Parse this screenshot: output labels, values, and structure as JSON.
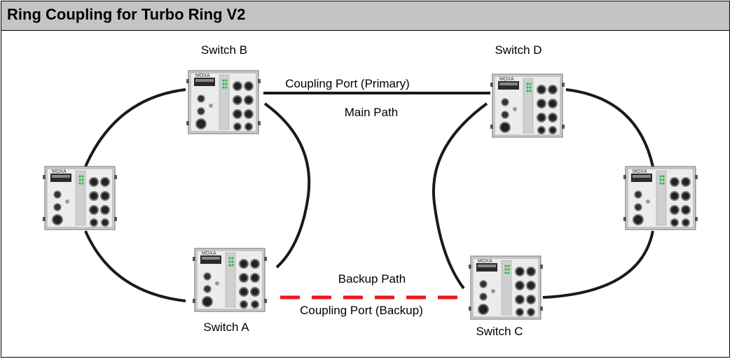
{
  "title": "Ring Coupling for Turbo Ring V2",
  "switches": {
    "a": {
      "label": "Switch A",
      "brand": "MOXA"
    },
    "b": {
      "label": "Switch B",
      "brand": "MOXA"
    },
    "c": {
      "label": "Switch C",
      "brand": "MOXA"
    },
    "d": {
      "label": "Switch D",
      "brand": "MOXA"
    },
    "left": {
      "label": "",
      "brand": "MOXA"
    },
    "right": {
      "label": "",
      "brand": "MOXA"
    }
  },
  "paths": {
    "coupling_primary": "Coupling Port (Primary)",
    "main_path": "Main Path",
    "backup_path": "Backup Path",
    "coupling_backup": "Coupling Port (Backup)"
  },
  "colors": {
    "primary_link": "#1a1a1a",
    "backup_link": "#e8191f",
    "title_bar": "#c4c4c4"
  }
}
